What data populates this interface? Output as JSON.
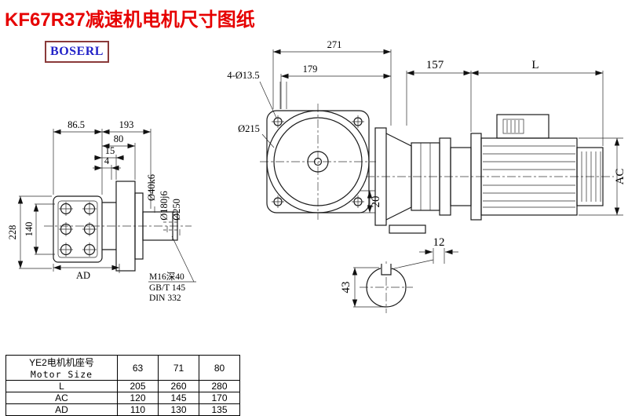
{
  "title": "KF67R37减速机电机尺寸图纸",
  "logo": "BOSERL",
  "colors": {
    "title_color": "#e60000",
    "logo_text": "#2323c8",
    "logo_border": "#8a3a3a"
  },
  "drawing": {
    "front": {
      "d865": "86.5",
      "d193": "193",
      "d80": "80",
      "d15": "15",
      "d4": "4",
      "d228": "228",
      "d140": "140",
      "ad": "AD",
      "dia_shaft": "Ø40k6",
      "dia_spigot": "Ø180j6",
      "dia_flange": "Ø250",
      "tap_line1": "M16深40",
      "tap_line2": "GB/T 145",
      "tap_line3": "DIN 332"
    },
    "flange": {
      "d271": "271",
      "d179": "179",
      "holes": "4-Ø13.5",
      "d215": "Ø215",
      "d20": "20"
    },
    "side": {
      "d157": "157",
      "len": "L",
      "ac": "AC"
    },
    "section": {
      "d12": "12",
      "d43": "43"
    }
  },
  "table": {
    "header": {
      "line1": "YE2电机机座号",
      "line2": "Motor Size",
      "sizes": [
        "63",
        "71",
        "80"
      ]
    },
    "rows": [
      {
        "label": "L",
        "values": [
          "205",
          "260",
          "280"
        ]
      },
      {
        "label": "AC",
        "values": [
          "120",
          "145",
          "170"
        ]
      },
      {
        "label": "AD",
        "values": [
          "110",
          "130",
          "135"
        ]
      }
    ]
  }
}
